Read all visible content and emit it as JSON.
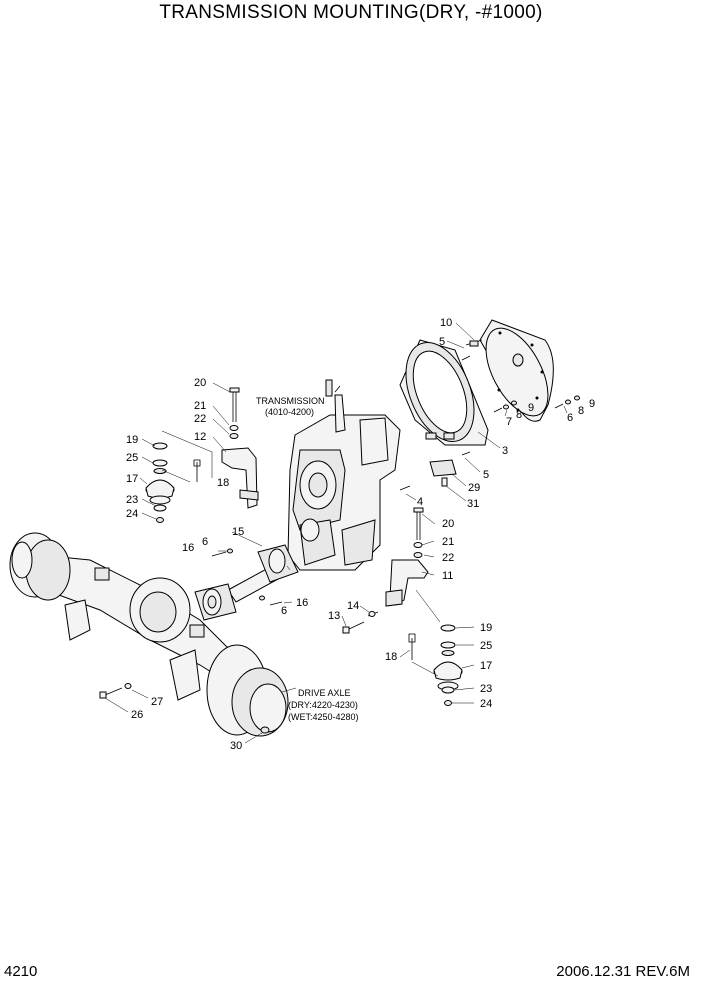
{
  "page": {
    "title": "TRANSMISSION MOUNTING(DRY, -#1000)",
    "page_number": "4210",
    "revision": "2006.12.31 REV.6M"
  },
  "annotations": {
    "transmission_name": "TRANSMISSION",
    "transmission_ref": "(4010-4200)",
    "axle_name": "DRIVE AXLE",
    "axle_dry": "(DRY:4220-4230)",
    "axle_wet": "(WET:4250-4280)"
  },
  "callouts": {
    "c10": "10",
    "c5a": "5",
    "c7": "7",
    "c8a": "8",
    "c9a": "9",
    "c6a": "6",
    "c8b": "8",
    "c9b": "9",
    "c3": "3",
    "c5b": "5",
    "c29": "29",
    "c31": "31",
    "c4": "4",
    "c20a": "20",
    "c21a": "21",
    "c22a": "22",
    "c12": "12",
    "c19a": "19",
    "c25a": "25",
    "c17a": "17",
    "c18a": "18",
    "c23a": "23",
    "c24a": "24",
    "c15": "15",
    "c16a": "16",
    "c6b": "6",
    "c16b": "16",
    "c6c": "6",
    "c20b": "20",
    "c21b": "21",
    "c22b": "22",
    "c11": "11",
    "c14": "14",
    "c13": "13",
    "c19b": "19",
    "c25b": "25",
    "c18b": "18",
    "c17b": "17",
    "c23b": "23",
    "c24b": "24",
    "c27": "27",
    "c26": "26",
    "c30": "30"
  }
}
